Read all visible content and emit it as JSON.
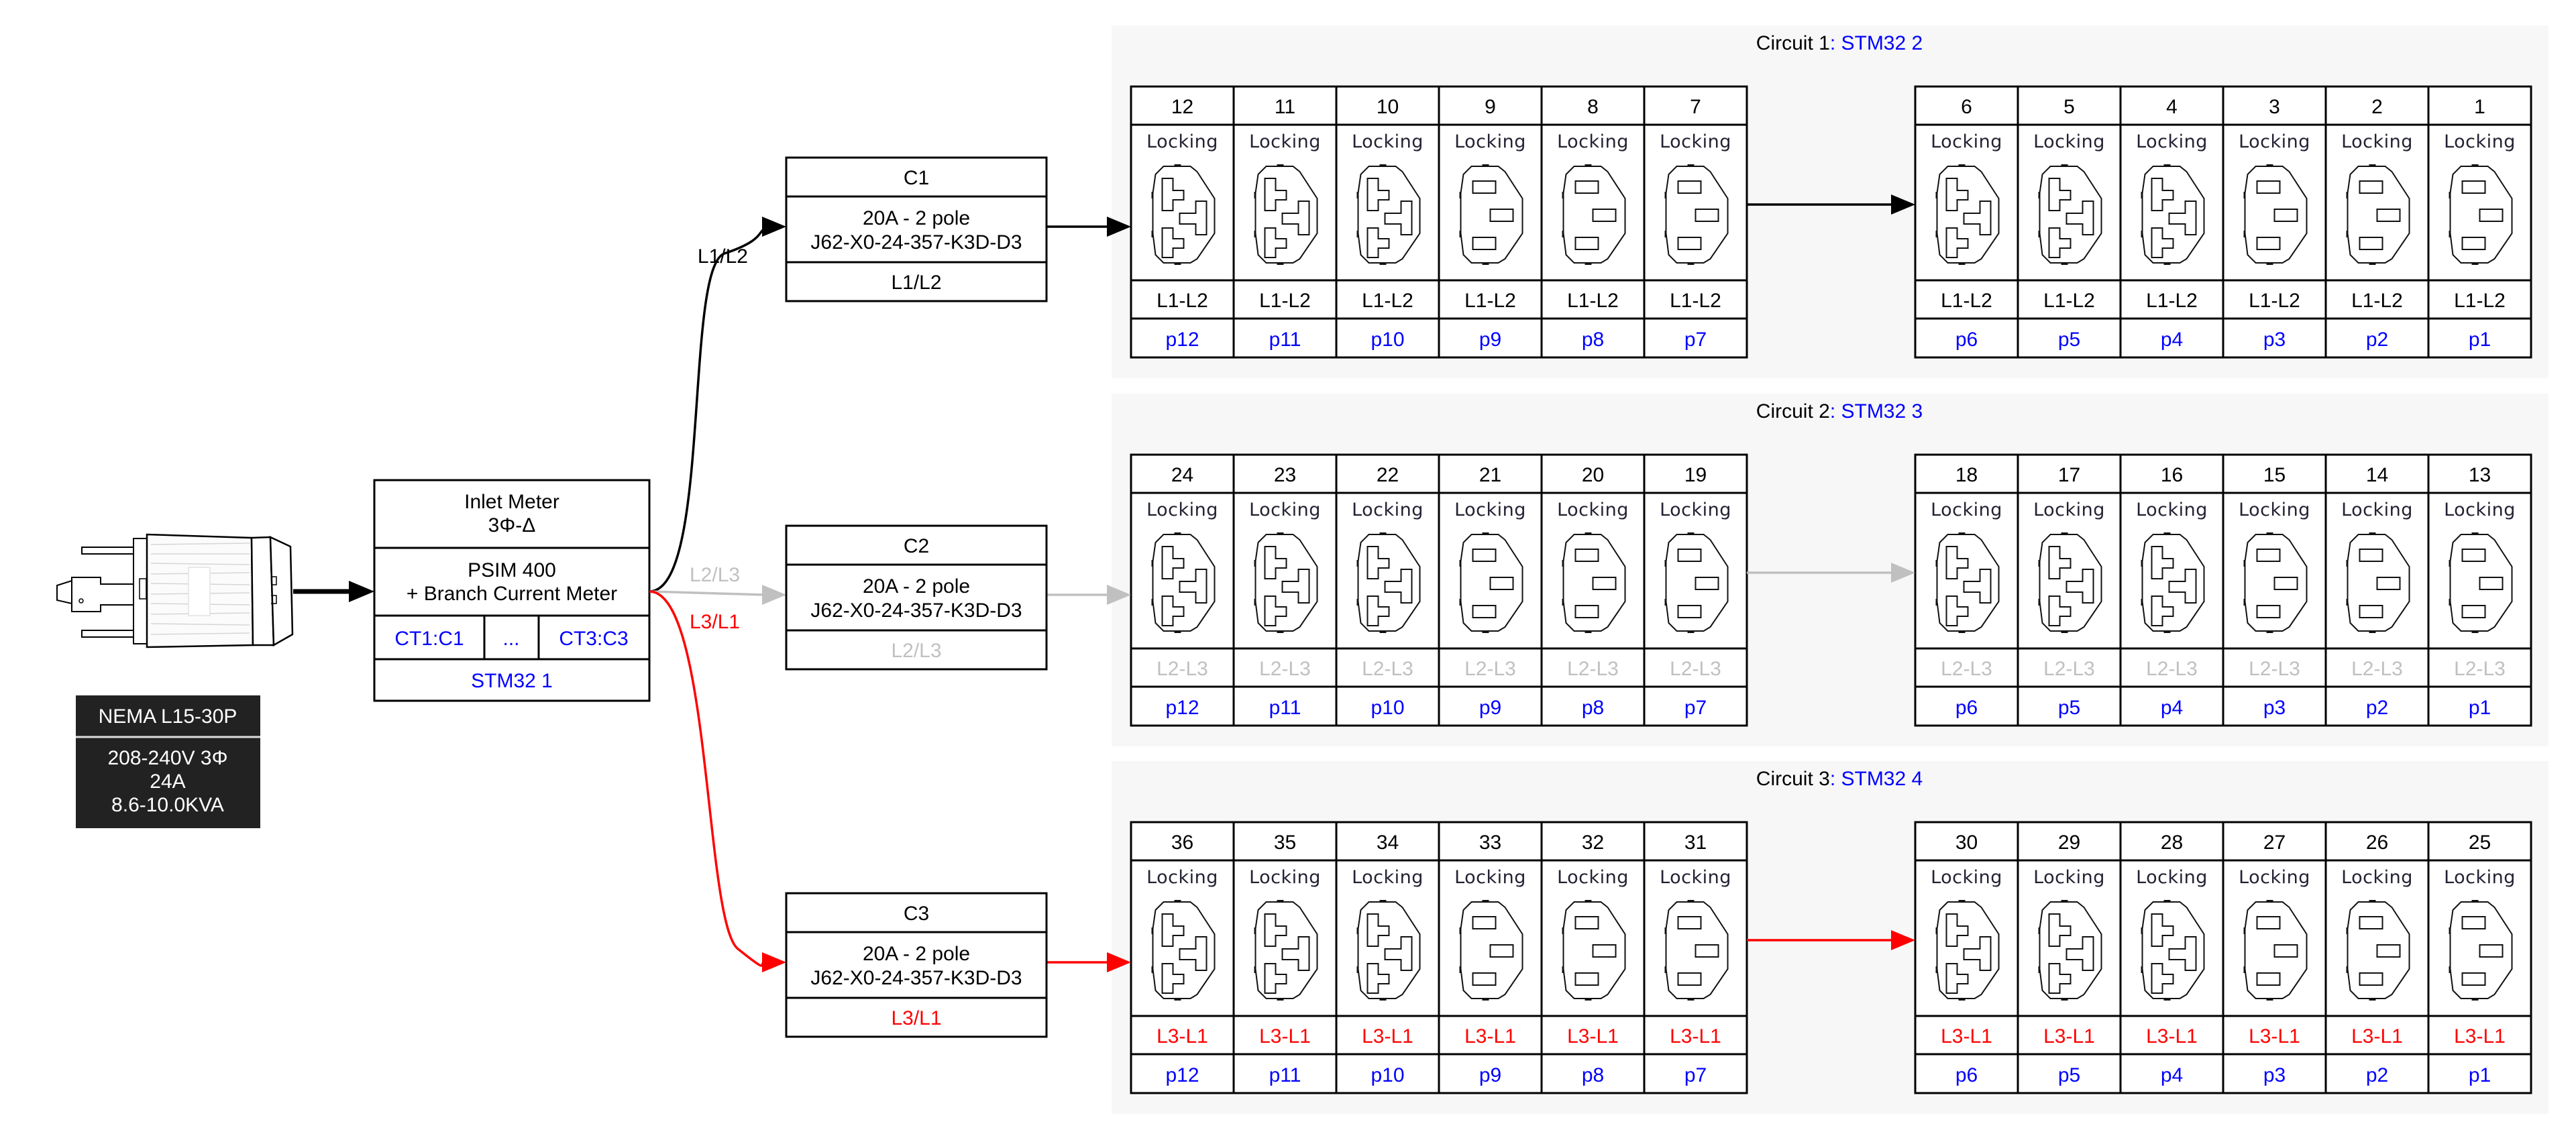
{
  "colors": {
    "text": "#000000",
    "link": "#0000ff",
    "phase_L1L2": "#000000",
    "phase_L2L3": "#c0c0c0",
    "phase_L3L1": "#ff0000",
    "cluster_bg": "#f7f7f7",
    "nema_bg": "#222222",
    "nema_text": "#ffffff"
  },
  "inlet_plug": {
    "icon": "nema-l15-30p-plug-icon",
    "label": {
      "title": "NEMA L15-30P",
      "lines": [
        "208-240V 3Φ",
        "24A",
        "8.6-10.0KVA"
      ]
    }
  },
  "meter": {
    "header_lines": [
      "Inlet Meter",
      "3Φ-Δ"
    ],
    "model_lines": [
      "PSIM 400",
      "+ Branch Current Meter"
    ],
    "ct_cells": [
      "CT1:C1",
      "...",
      "CT3:C3"
    ],
    "controller": "STM32 1"
  },
  "edges": [
    {
      "label": "L1/L2",
      "color_key": "phase_L1L2"
    },
    {
      "label": "L2/L3",
      "color_key": "phase_L2L3"
    },
    {
      "label": "L3/L1",
      "color_key": "phase_L3L1"
    }
  ],
  "breakers": [
    {
      "name": "C1",
      "rating": "20A - 2 pole",
      "part": "J62-X0-24-357-K3D-D3",
      "phase": "L1/L2",
      "color_key": "phase_L1L2"
    },
    {
      "name": "C2",
      "rating": "20A - 2 pole",
      "part": "J62-X0-24-357-K3D-D3",
      "phase": "L2/L3",
      "color_key": "phase_L2L3"
    },
    {
      "name": "C3",
      "rating": "20A - 2 pole",
      "part": "J62-X0-24-357-K3D-D3",
      "phase": "L3/L1",
      "color_key": "phase_L3L1"
    }
  ],
  "circuits": [
    {
      "title_prefix": "Circuit 1",
      "title_link": ": STM32 2",
      "phase_label": "L1-L2",
      "color_key": "phase_L1L2",
      "groups": [
        {
          "outlets": [
            {
              "num": "12",
              "type": "Locking",
              "shape": "c19",
              "port": "p12"
            },
            {
              "num": "11",
              "type": "Locking",
              "shape": "c19",
              "port": "p11"
            },
            {
              "num": "10",
              "type": "Locking",
              "shape": "c19",
              "port": "p10"
            },
            {
              "num": "9",
              "type": "Locking",
              "shape": "c13",
              "port": "p9"
            },
            {
              "num": "8",
              "type": "Locking",
              "shape": "c13",
              "port": "p8"
            },
            {
              "num": "7",
              "type": "Locking",
              "shape": "c13",
              "port": "p7"
            }
          ]
        },
        {
          "outlets": [
            {
              "num": "6",
              "type": "Locking",
              "shape": "c19",
              "port": "p6"
            },
            {
              "num": "5",
              "type": "Locking",
              "shape": "c19",
              "port": "p5"
            },
            {
              "num": "4",
              "type": "Locking",
              "shape": "c19",
              "port": "p4"
            },
            {
              "num": "3",
              "type": "Locking",
              "shape": "c13",
              "port": "p3"
            },
            {
              "num": "2",
              "type": "Locking",
              "shape": "c13",
              "port": "p2"
            },
            {
              "num": "1",
              "type": "Locking",
              "shape": "c13",
              "port": "p1"
            }
          ]
        }
      ]
    },
    {
      "title_prefix": "Circuit 2",
      "title_link": ": STM32 3",
      "phase_label": "L2-L3",
      "color_key": "phase_L2L3",
      "groups": [
        {
          "outlets": [
            {
              "num": "24",
              "type": "Locking",
              "shape": "c19",
              "port": "p12"
            },
            {
              "num": "23",
              "type": "Locking",
              "shape": "c19",
              "port": "p11"
            },
            {
              "num": "22",
              "type": "Locking",
              "shape": "c19",
              "port": "p10"
            },
            {
              "num": "21",
              "type": "Locking",
              "shape": "c13",
              "port": "p9"
            },
            {
              "num": "20",
              "type": "Locking",
              "shape": "c13",
              "port": "p8"
            },
            {
              "num": "19",
              "type": "Locking",
              "shape": "c13",
              "port": "p7"
            }
          ]
        },
        {
          "outlets": [
            {
              "num": "18",
              "type": "Locking",
              "shape": "c19",
              "port": "p6"
            },
            {
              "num": "17",
              "type": "Locking",
              "shape": "c19",
              "port": "p5"
            },
            {
              "num": "16",
              "type": "Locking",
              "shape": "c19",
              "port": "p4"
            },
            {
              "num": "15",
              "type": "Locking",
              "shape": "c13",
              "port": "p3"
            },
            {
              "num": "14",
              "type": "Locking",
              "shape": "c13",
              "port": "p2"
            },
            {
              "num": "13",
              "type": "Locking",
              "shape": "c13",
              "port": "p1"
            }
          ]
        }
      ]
    },
    {
      "title_prefix": "Circuit 3",
      "title_link": ": STM32 4",
      "phase_label": "L3-L1",
      "color_key": "phase_L3L1",
      "groups": [
        {
          "outlets": [
            {
              "num": "36",
              "type": "Locking",
              "shape": "c19",
              "port": "p12"
            },
            {
              "num": "35",
              "type": "Locking",
              "shape": "c19",
              "port": "p11"
            },
            {
              "num": "34",
              "type": "Locking",
              "shape": "c19",
              "port": "p10"
            },
            {
              "num": "33",
              "type": "Locking",
              "shape": "c13",
              "port": "p9"
            },
            {
              "num": "32",
              "type": "Locking",
              "shape": "c13",
              "port": "p8"
            },
            {
              "num": "31",
              "type": "Locking",
              "shape": "c13",
              "port": "p7"
            }
          ]
        },
        {
          "outlets": [
            {
              "num": "30",
              "type": "Locking",
              "shape": "c19",
              "port": "p6"
            },
            {
              "num": "29",
              "type": "Locking",
              "shape": "c19",
              "port": "p5"
            },
            {
              "num": "28",
              "type": "Locking",
              "shape": "c19",
              "port": "p4"
            },
            {
              "num": "27",
              "type": "Locking",
              "shape": "c13",
              "port": "p3"
            },
            {
              "num": "26",
              "type": "Locking",
              "shape": "c13",
              "port": "p2"
            },
            {
              "num": "25",
              "type": "Locking",
              "shape": "c13",
              "port": "p1"
            }
          ]
        }
      ]
    }
  ]
}
